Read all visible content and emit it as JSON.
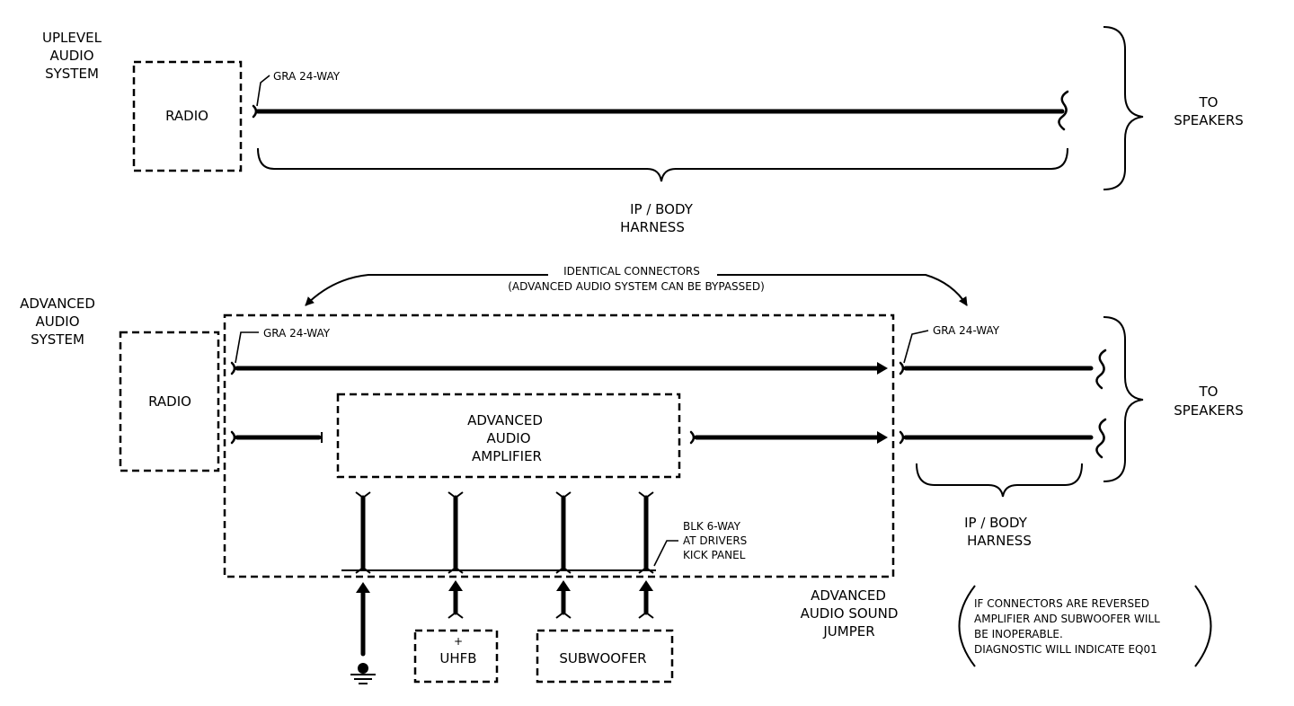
{
  "upper": {
    "system_label": [
      "UPLEVEL",
      "AUDIO",
      "SYSTEM"
    ],
    "radio": "RADIO",
    "connector": "GRA 24-WAY",
    "harness": [
      "IP / BODY",
      "HARNESS"
    ],
    "to_speakers": [
      "TO",
      "SPEAKERS"
    ]
  },
  "lower": {
    "system_label": [
      "ADVANCED",
      "AUDIO",
      "SYSTEM"
    ],
    "identical_connectors": [
      "IDENTICAL CONNECTORS",
      "(ADVANCED AUDIO SYSTEM CAN BE BYPASSED)"
    ],
    "radio": "RADIO",
    "connector_left": "GRA 24-WAY",
    "connector_right": "GRA 24-WAY",
    "amplifier": [
      "ADVANCED",
      "AUDIO",
      "AMPLIFIER"
    ],
    "blk_connector": [
      "BLK 6-WAY",
      "AT DRIVERS",
      "KICK PANEL"
    ],
    "harness": [
      "IP / BODY",
      "HARNESS"
    ],
    "to_speakers": [
      "TO",
      "SPEAKERS"
    ],
    "jumper": [
      "ADVANCED",
      "AUDIO SOUND",
      "JUMPER"
    ],
    "uhfb": "UHFB",
    "uhfb_plus": "+",
    "subwoofer": "SUBWOOFER"
  },
  "note": [
    "IF CONNECTORS ARE REVERSED",
    "AMPLIFIER AND SUBWOOFER WILL",
    "BE INOPERABLE.",
    "DIAGNOSTIC WILL INDICATE EQ01"
  ]
}
